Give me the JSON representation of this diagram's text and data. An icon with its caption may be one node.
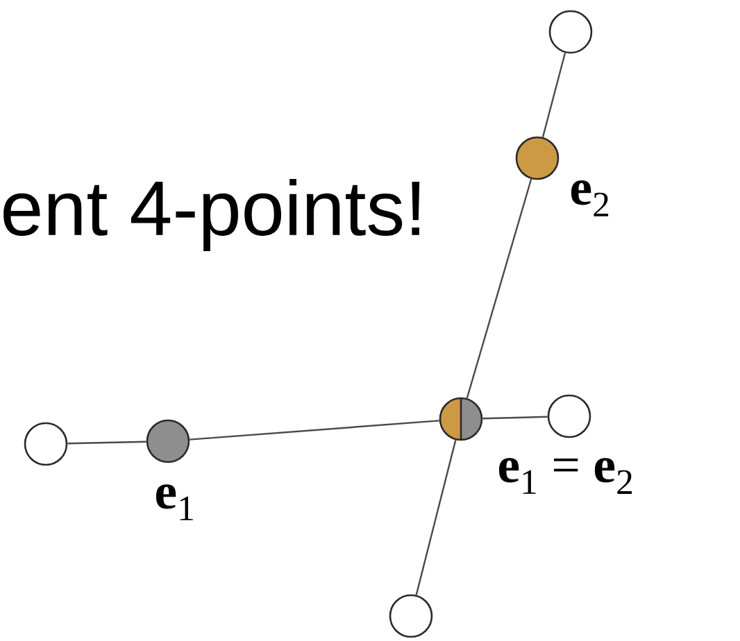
{
  "diagram": {
    "nodes": [
      {
        "text": [],
        "shape": "circle"
      },
      {
        "text": [],
        "shape": "circle",
        "beside": [
          "**e**$_{2}$"
        ]
      },
      {
        "text": [],
        "shape": "circle",
        "beside": [
          "**e**$_{1}$ = **e**$_{2}$"
        ]
      },
      {
        "text": [],
        "shape": "circle"
      },
      {
        "text": [],
        "shape": "circle"
      },
      {
        "text": [],
        "shape": "circle",
        "beside": [
          "**e**$_{1}$"
        ]
      },
      {
        "text": [],
        "shape": "circle"
      }
    ],
    "edges": [
      {
        "from": 0,
        "to": 1,
        "arrow": "none"
      },
      {
        "from": 1,
        "to": 2,
        "arrow": "none"
      },
      {
        "from": 2,
        "to": 6,
        "arrow": "none"
      },
      {
        "from": 4,
        "to": 5,
        "arrow": "none"
      },
      {
        "from": 5,
        "to": 2,
        "arrow": "none"
      },
      {
        "from": 2,
        "to": 3,
        "arrow": "none"
      }
    ],
    "labels": [
      "ent 4-points!"
    ]
  }
}
